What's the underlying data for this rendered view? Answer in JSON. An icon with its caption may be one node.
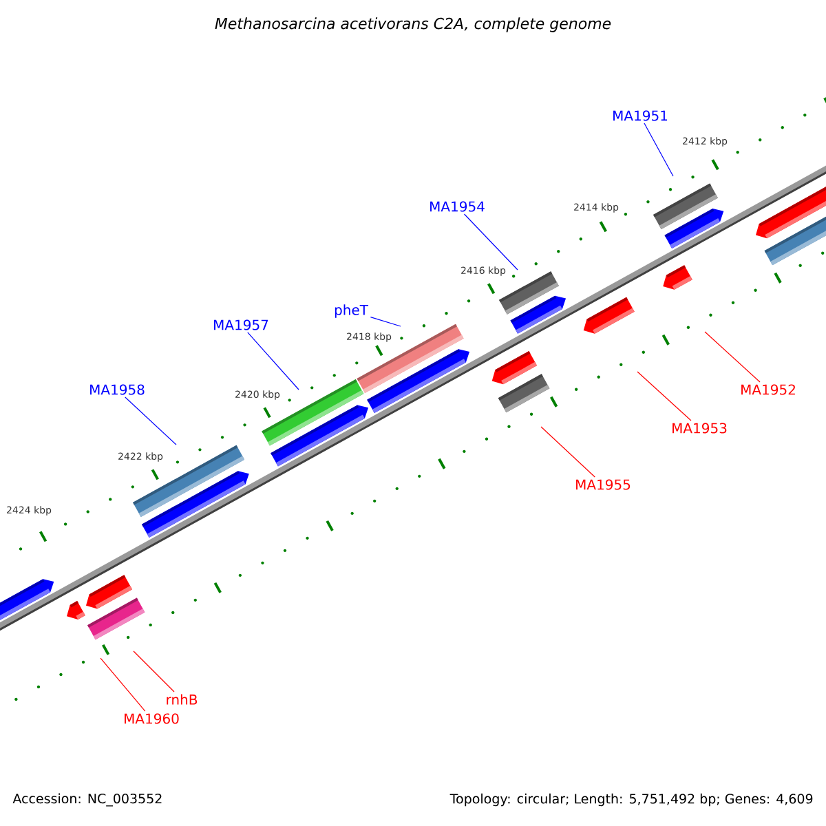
{
  "diagram": {
    "title": "Methanosarcina acetivorans C2A, complete genome",
    "nodes": [
      {
        "text": [
          "MA1951"
        ]
      },
      {
        "text": [
          "MA1954"
        ]
      },
      {
        "text": [
          "pheT"
        ]
      },
      {
        "text": [
          "MA1957"
        ]
      },
      {
        "text": [
          "MA1958"
        ]
      },
      {
        "text": [
          "MA1952"
        ]
      },
      {
        "text": [
          "MA1953"
        ]
      },
      {
        "text": [
          "MA1955"
        ]
      },
      {
        "text": [
          "rnhB"
        ]
      },
      {
        "text": [
          "MA1960"
        ]
      }
    ],
    "edges": [
      {
        "from": 0,
        "to": null,
        "arrow": "none",
        "color": "#0000ff"
      },
      {
        "from": 1,
        "to": null,
        "arrow": "none",
        "color": "#0000ff"
      },
      {
        "from": 2,
        "to": null,
        "arrow": "none",
        "color": "#0000ff"
      },
      {
        "from": 3,
        "to": null,
        "arrow": "none",
        "color": "#0000ff"
      },
      {
        "from": 4,
        "to": null,
        "arrow": "none",
        "color": "#0000ff"
      },
      {
        "from": 5,
        "to": null,
        "arrow": "none",
        "color": "#ff0000"
      },
      {
        "from": 6,
        "to": null,
        "arrow": "none",
        "color": "#ff0000"
      },
      {
        "from": 7,
        "to": null,
        "arrow": "none",
        "color": "#ff0000"
      },
      {
        "from": 8,
        "to": null,
        "arrow": "none",
        "color": "#ff0000"
      },
      {
        "from": 9,
        "to": null,
        "arrow": "none",
        "color": "#ff0000"
      }
    ],
    "labels": [
      "2412 kbp",
      "2414 kbp",
      "2416 kbp",
      "2418 kbp",
      "2420 kbp",
      "2422 kbp",
      "2424 kbp",
      "Accession: NC_003552",
      "Topology: circular; Length: 5,751,492 bp; Genes: 4,609"
    ]
  }
}
